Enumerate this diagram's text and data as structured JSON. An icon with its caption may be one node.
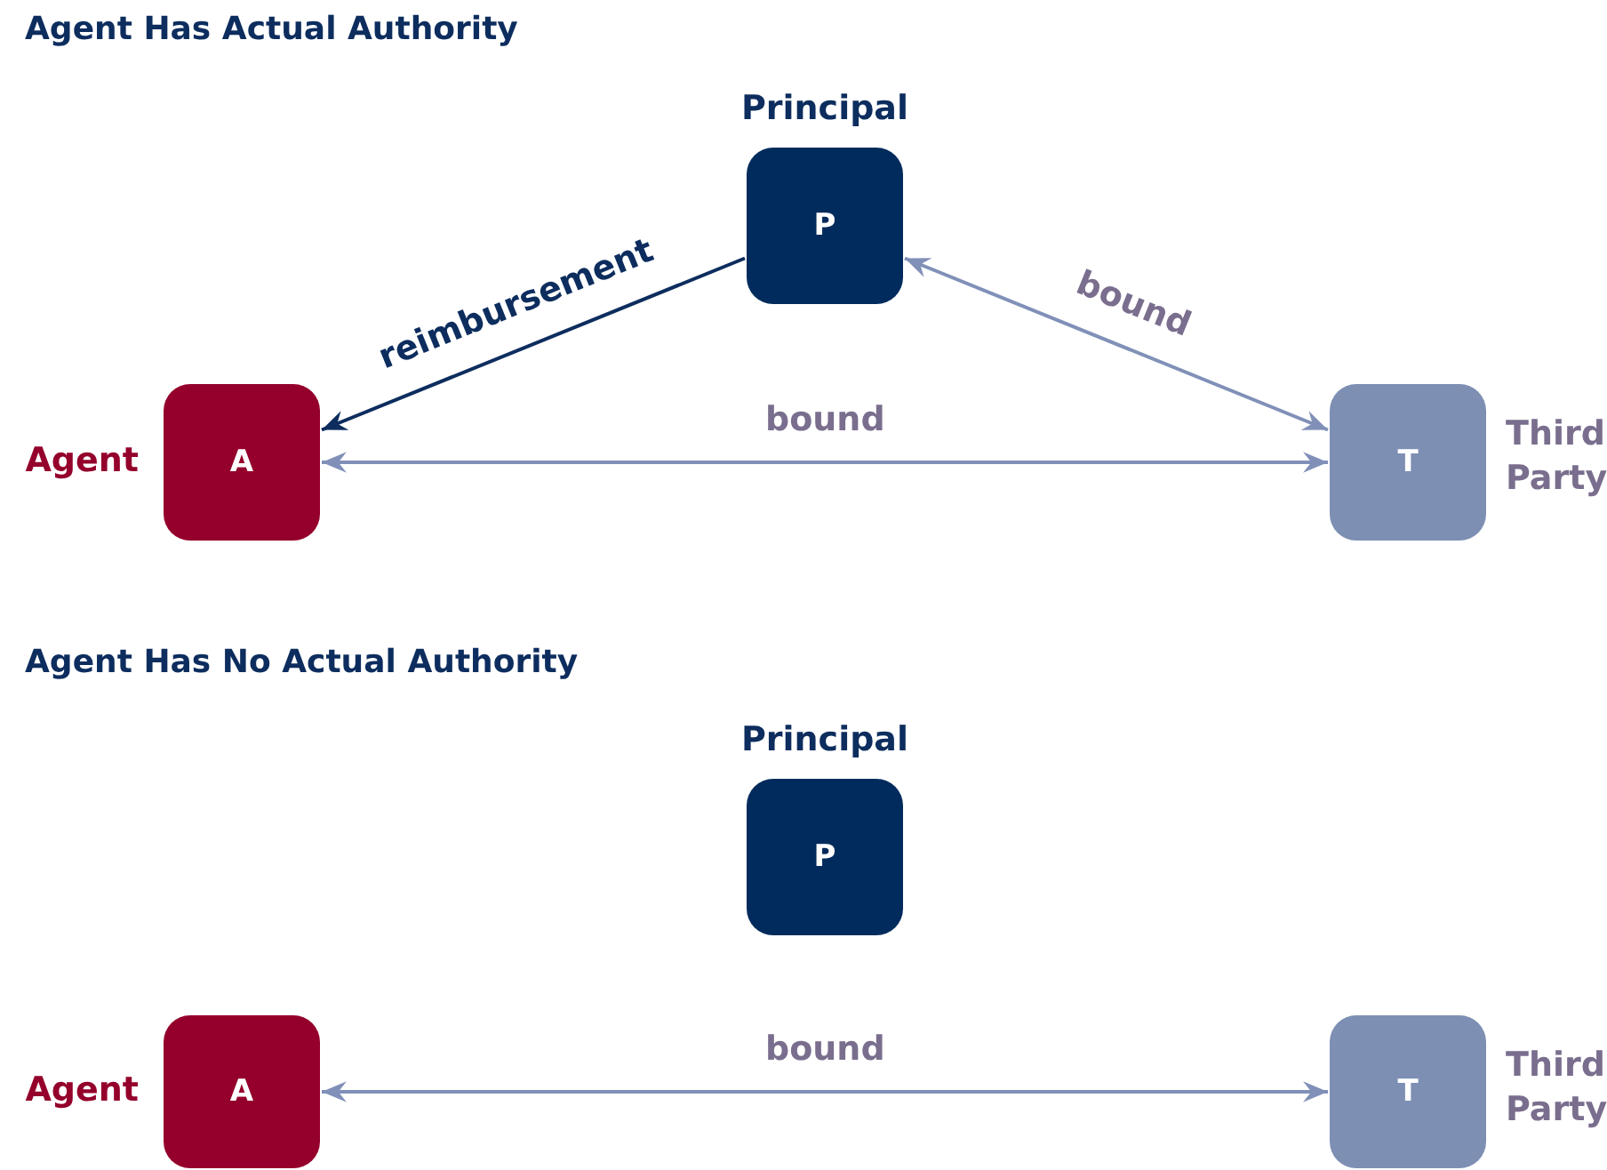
{
  "diagram": {
    "nodes": [
      {
        "text": [
          "P"
        ],
        "beside": [
          "Principal"
        ]
      },
      {
        "text": [
          "A"
        ],
        "beside": [
          "Agent"
        ]
      },
      {
        "text": [
          "T"
        ],
        "beside": [
          "Third Party"
        ]
      },
      {
        "text": [
          "P"
        ],
        "beside": [
          "Principal"
        ]
      },
      {
        "text": [
          "A"
        ],
        "beside": [
          "Agent"
        ]
      },
      {
        "text": [
          "T"
        ],
        "beside": [
          "Third Party"
        ]
      }
    ],
    "edges": [
      {
        "from": 0,
        "to": 1,
        "arrow": "to",
        "label": "reimbursement",
        "color": "#0d2d5e"
      },
      {
        "from": 0,
        "to": 2,
        "arrow": "both",
        "label": "bound"
      },
      {
        "from": 1,
        "to": 2,
        "arrow": "both",
        "label": "bound"
      },
      {
        "from": 4,
        "to": 5,
        "arrow": "both",
        "label": "bound"
      }
    ],
    "labels": [
      "Agent Has Actual Authority",
      "Agent Has No Actual Authority"
    ]
  }
}
